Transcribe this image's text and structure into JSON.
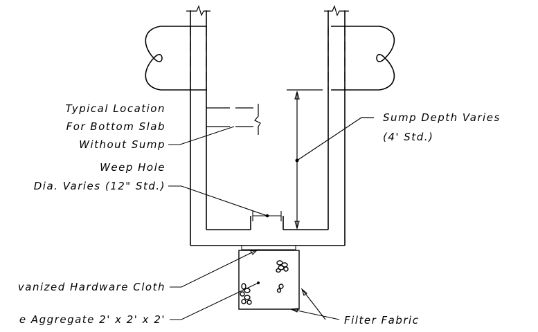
{
  "labels": {
    "typical_location_1": "Typical Location",
    "typical_location_2": "For Bottom Slab",
    "typical_location_3": "Without Sump",
    "weep_hole_1": "Weep Hole",
    "weep_hole_2": "Dia. Varies (12\" Std.)",
    "hardware_cloth": "vanized Hardware Cloth",
    "aggregate": "e Aggregate 2' x 2' x 2'",
    "sump_depth_1": "Sump Depth Varies",
    "sump_depth_2": "(4' Std.)",
    "filter_fabric": "Filter Fabric"
  }
}
